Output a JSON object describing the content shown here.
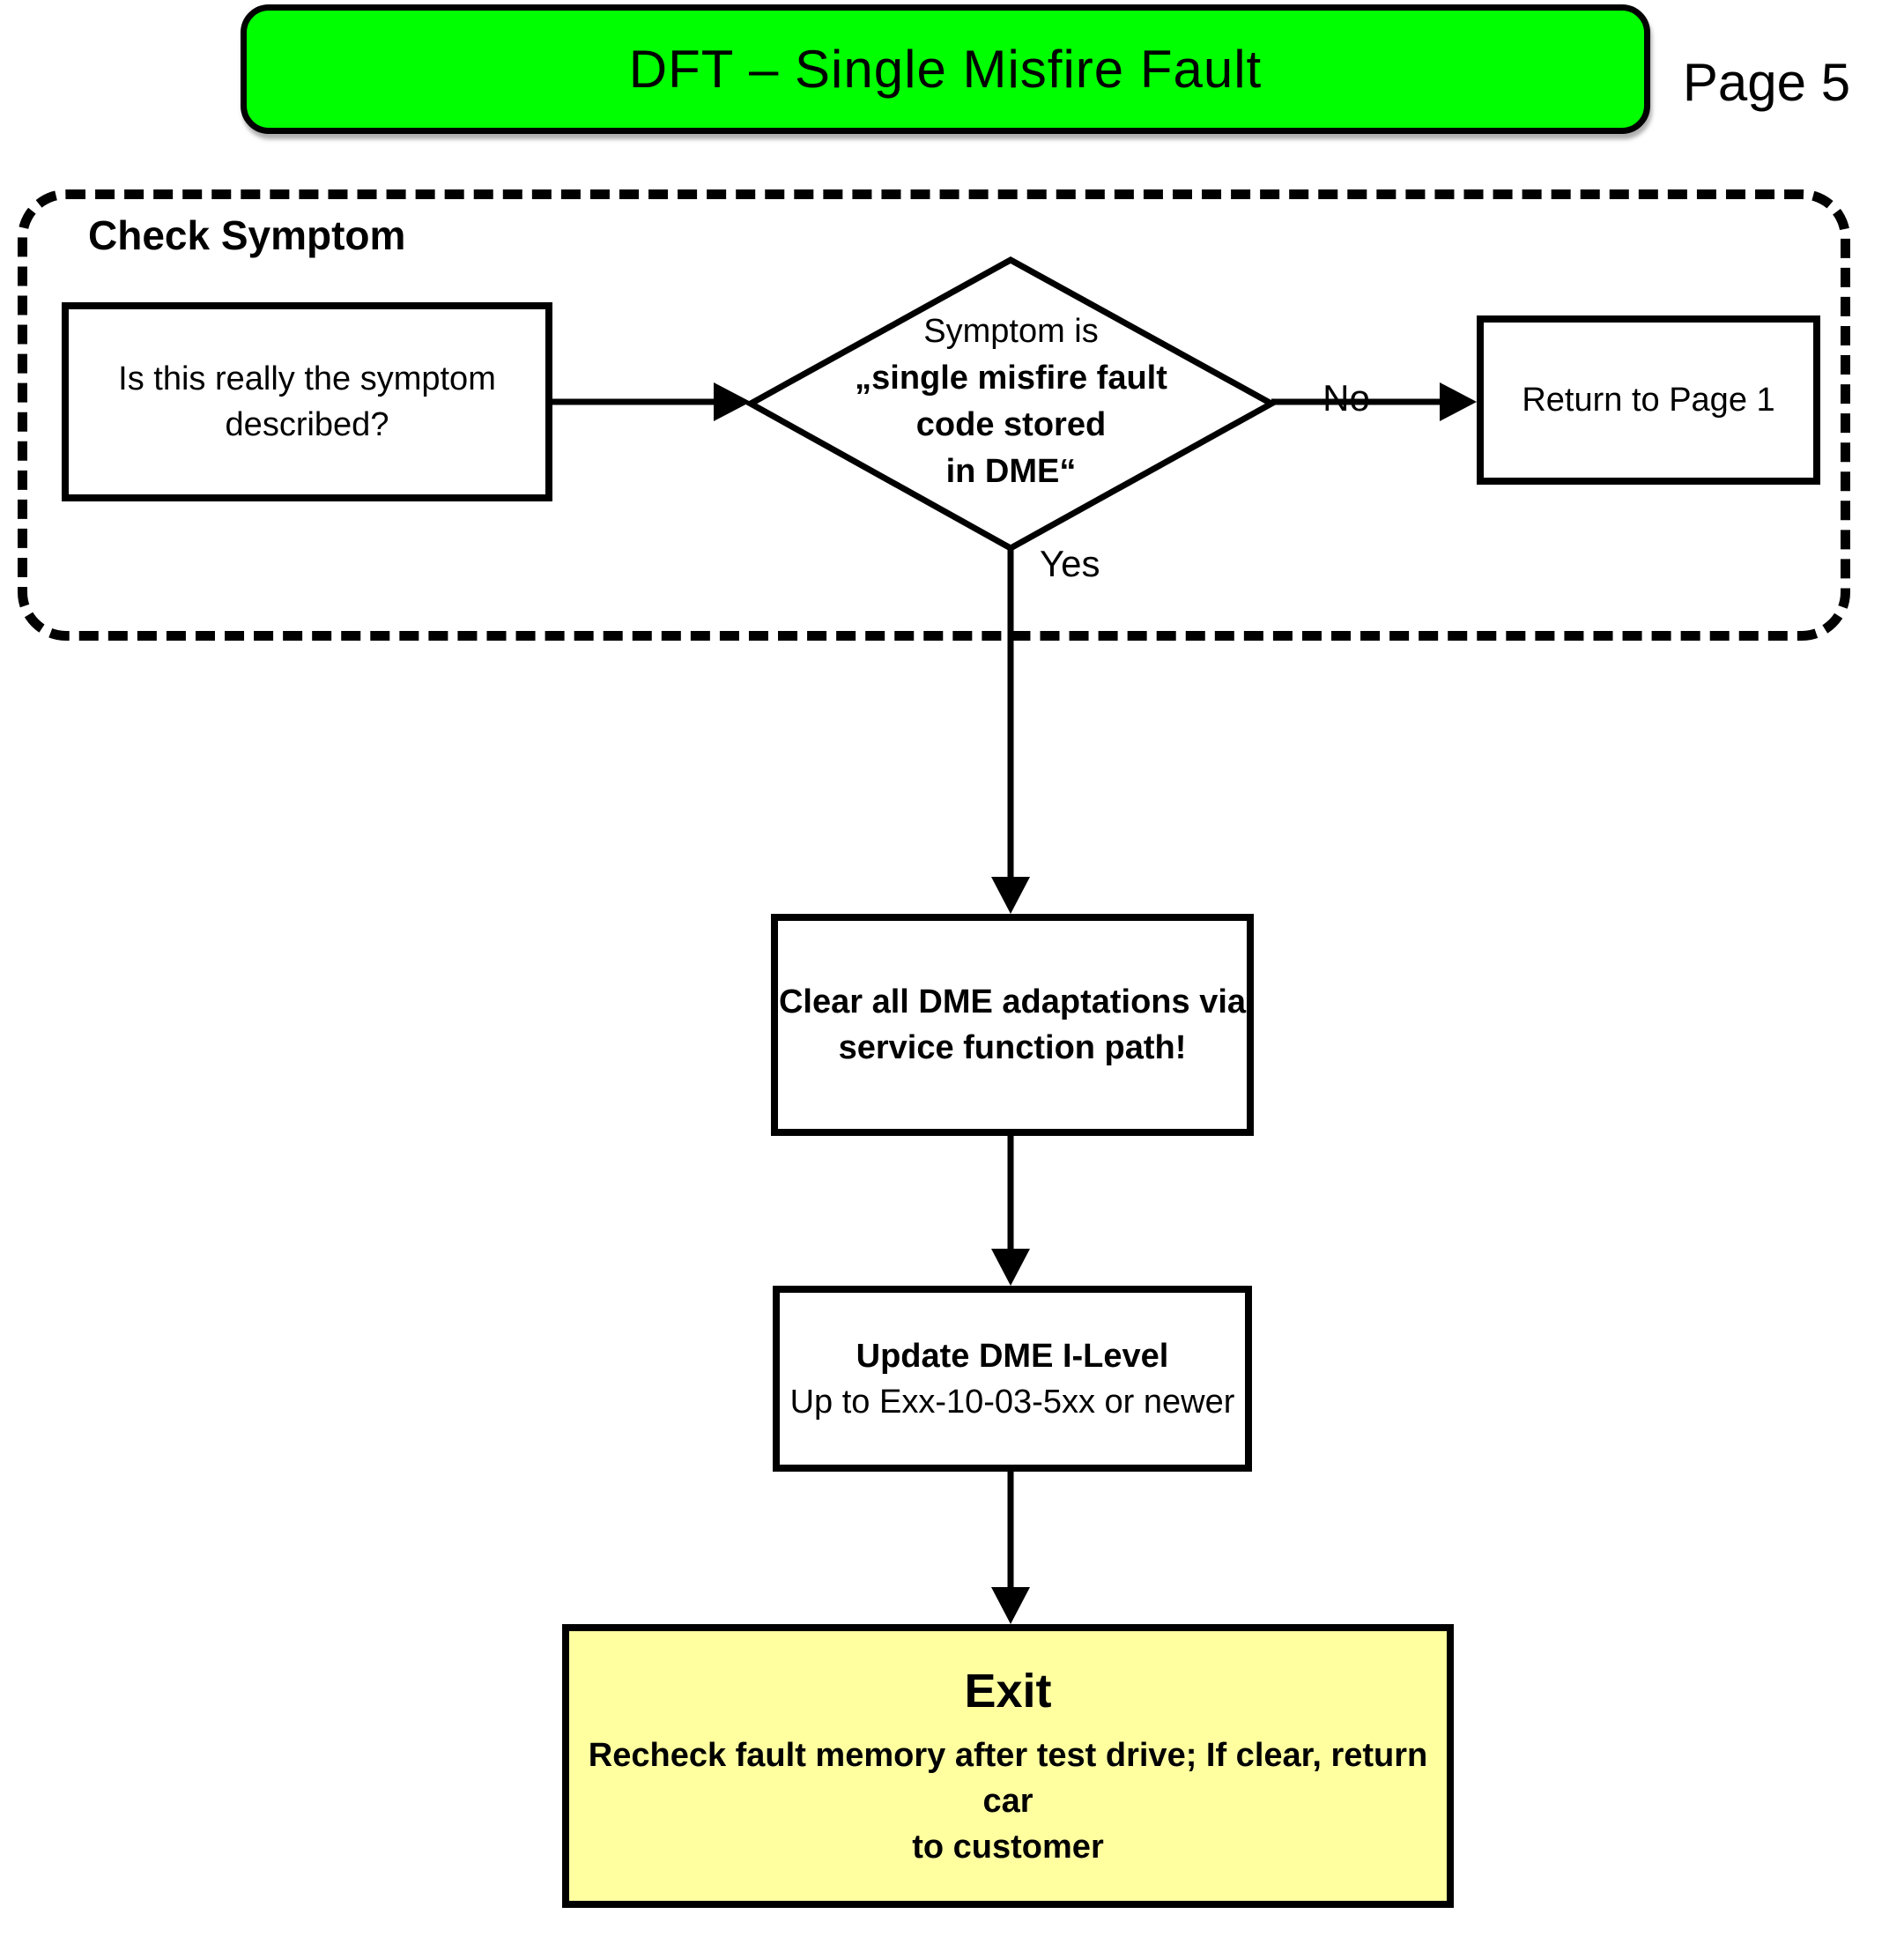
{
  "page": {
    "title": "DFT – Single Misfire Fault",
    "page_label": "Page 5"
  },
  "colors": {
    "header_bg": "#00FF00",
    "exit_bg": "#FFFFA0",
    "node_bg": "#FFFFFF",
    "line_color": "#000000"
  },
  "check_symptom_section": {
    "label": "Check Symptom",
    "question_box": "Is this really the symptom described?",
    "decision": {
      "prefix": "Symptom is",
      "bold_lines": [
        "„single misfire fault",
        "code stored",
        "in DME“"
      ]
    },
    "no_label": "No",
    "yes_label": "Yes",
    "return_box": "Return to Page 1"
  },
  "steps": {
    "clear_box": {
      "lines": [
        "Clear all DME adaptations via",
        "service function path!"
      ]
    },
    "update_box": {
      "line1": "Update DME I-Level",
      "line2": "Up to Exx-10-03-5xx or newer"
    },
    "exit_box": {
      "title": "Exit",
      "body_lines": [
        "Recheck fault memory after test drive; If clear, return car",
        "to customer"
      ]
    }
  }
}
